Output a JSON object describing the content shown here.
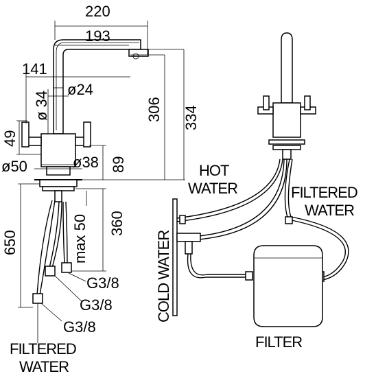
{
  "dimensions": {
    "d220": "220",
    "d193": "193",
    "d141": "141",
    "d24": "ø24",
    "d34": "ø 34",
    "d306": "306",
    "d334": "334",
    "d49": "49",
    "d50": "ø50",
    "d38": "ø38",
    "d89": "89",
    "d650": "650",
    "d360": "360",
    "dmax50": "max 50",
    "g1": "G3/8",
    "g2": "G3/8",
    "g3": "G3/8"
  },
  "labels": {
    "hot_water_1": "HOT",
    "hot_water_2": "WATER",
    "filtered_water_right_1": "FILTERED",
    "filtered_water_right_2": "WATER",
    "cold_water": "COLD WATER",
    "filter": "FILTER",
    "filtered_water_left_1": "FILTERED",
    "filtered_water_left_2": "WATER"
  }
}
